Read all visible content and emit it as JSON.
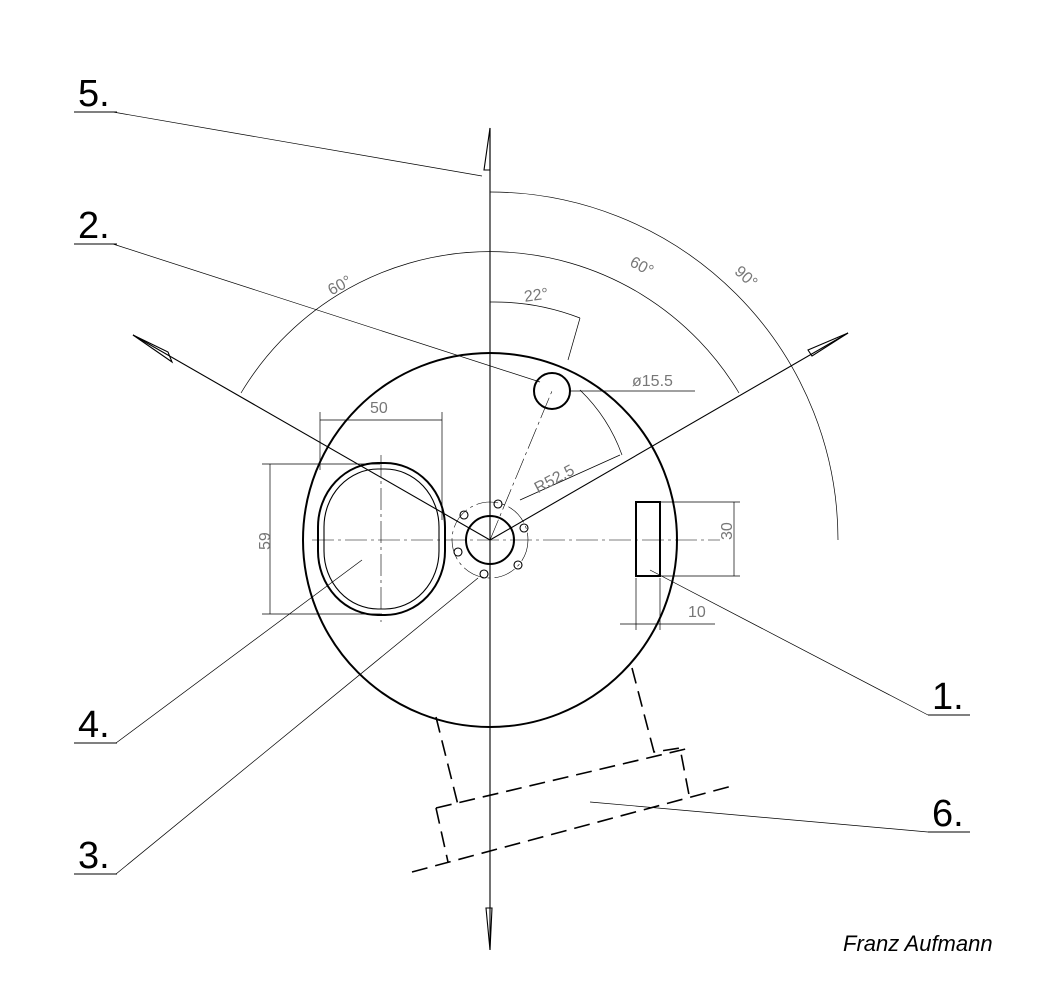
{
  "callouts": {
    "c1": "1.",
    "c2": "2.",
    "c3": "3.",
    "c4": "4.",
    "c5": "5.",
    "c6": "6."
  },
  "dimensions": {
    "angle_left_60": "60°",
    "angle_right_60": "60°",
    "angle_90": "90°",
    "angle_22": "22°",
    "diameter": "ø15.5",
    "radius": "R52.5",
    "width_50": "50",
    "height_59": "59",
    "height_30": "30",
    "width_10": "10"
  },
  "author": "Franz Aufmann"
}
